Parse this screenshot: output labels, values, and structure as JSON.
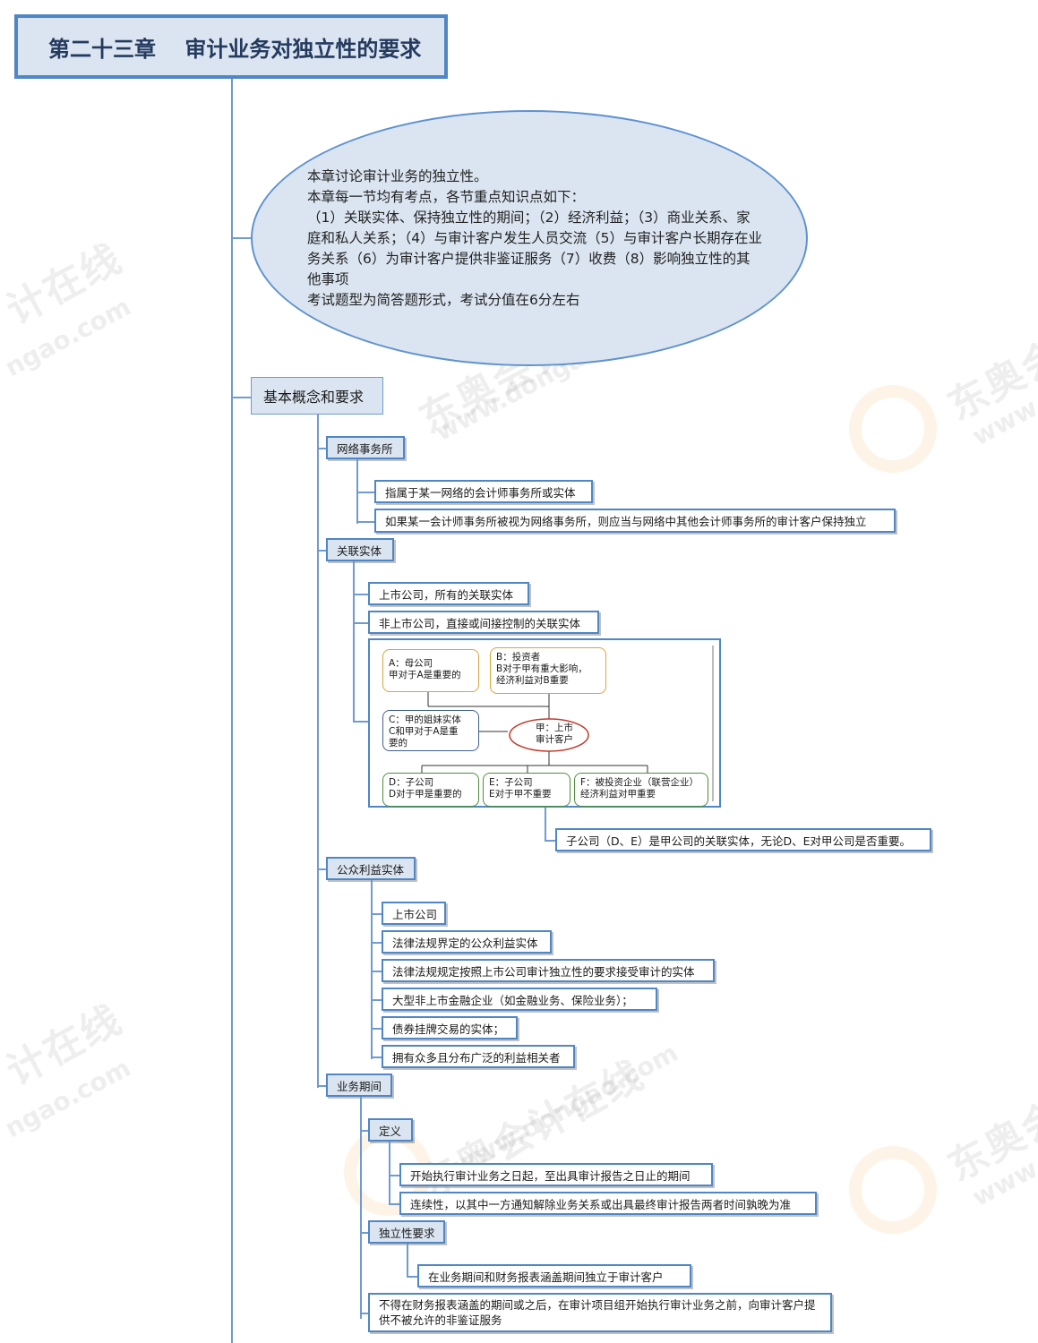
{
  "title": "第二十三章　 审计业务对独立性的要求",
  "summary": {
    "lines": [
      "本章讨论审计业务的独立性。",
      "本章每一节均有考点，各节重点知识点如下：",
      "（1）关联实体、保持独立性的期间；（2）经济利益；（3）商业关系、家庭和私人关系；（4）与审计客户发生人员交流（5）与审计客户长期存在业务关系（6）为审计客户提供非鉴证服务（7）收费（8）影响独立性的其他事项",
      "考试题型为简答题形式，考试分值在6分左右"
    ]
  },
  "basic": {
    "label": "基本概念和要求",
    "network": {
      "label": "网络事务所",
      "items": [
        "指属于某一网络的会计师事务所或实体",
        "如果某一会计师事务所被视为网络事务所，则应当与网络中其他会计师事务所的审计客户保持独立"
      ]
    },
    "related": {
      "label": "关联实体",
      "items": [
        "上市公司，所有的关联实体",
        "非上市公司，直接或间接控制的关联实体"
      ],
      "diagram": {
        "A": "A：母公司\n甲对于A是重要的",
        "B": "B：投资者\nB对于甲有重大影响，\n经济利益对B重要",
        "C": "C：甲的姐妹实体\nC和甲对于A是重\n要的",
        "center": "甲：上市\n审计客户",
        "D": "D：子公司\nD对于甲是重要的",
        "E": "E：子公司\nE对于甲不重要",
        "F": "F：被投资企业（联营企业）\n经济利益对甲重要"
      },
      "note": "子公司（D、E）是甲公司的关联实体，无论D、E对甲公司是否重要。"
    },
    "public": {
      "label": "公众利益实体",
      "items": [
        "上市公司",
        "法律法规界定的公众利益实体",
        "法律法规规定按照上市公司审计独立性的要求接受审计的实体",
        "大型非上市金融企业（如金融业务、保险业务）；",
        "债券挂牌交易的实体；",
        "拥有众多且分布广泛的利益相关者"
      ]
    },
    "period": {
      "label": "业务期间",
      "definition": {
        "label": "定义",
        "items": [
          "开始执行审计业务之日起，至出具审计报告之日止的期间",
          "连续性，以其中一方通知解除业务关系或出具最终审计报告两者时间孰晚为准"
        ]
      },
      "requirement": {
        "label": "独立性要求",
        "items": [
          "在业务期间和财务报表涵盖期间独立于审计客户"
        ]
      },
      "extra": "不得在财务报表涵盖的期间或之后，在审计项目组开始执行审计业务之前，向审计客户提供不被允许的非鉴证服务"
    }
  },
  "watermarks": {
    "brand": "东奥会计在线",
    "brand_short_1": "计在线",
    "brand_short_2": "东奥会",
    "url": "www.dongao.com",
    "url_short_1": "ngao.com",
    "url_short_2": "www."
  },
  "colors": {
    "border": "#4f86c6",
    "fill": "#dbe5f1",
    "connector": "#6f9bd1",
    "orange": "#d9a441",
    "blue": "#3f5f8f",
    "green": "#4d8f3a",
    "red": "#c0392b"
  }
}
